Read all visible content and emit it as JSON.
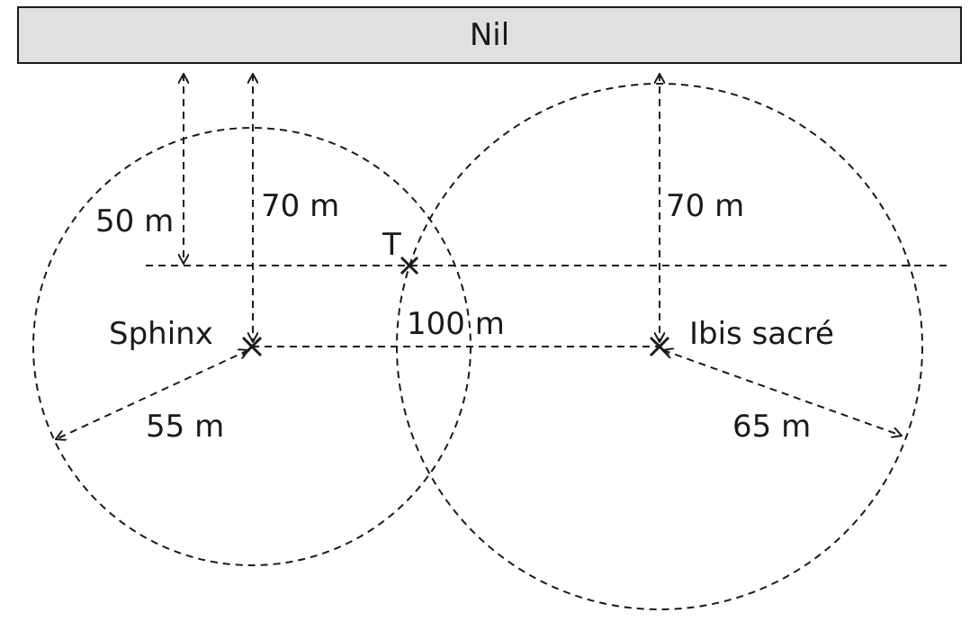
{
  "diagram": {
    "river": "Nil",
    "points": {
      "sphinx": "Sphinx",
      "ibis": "Ibis sacré",
      "treasure": "T"
    },
    "distances": {
      "sphinx_to_line": "50 m",
      "sphinx_to_river": "70 m",
      "ibis_to_river": "70 m",
      "between_points": "100 m",
      "sphinx_radius": "55 m",
      "ibis_radius": "65 m"
    }
  }
}
